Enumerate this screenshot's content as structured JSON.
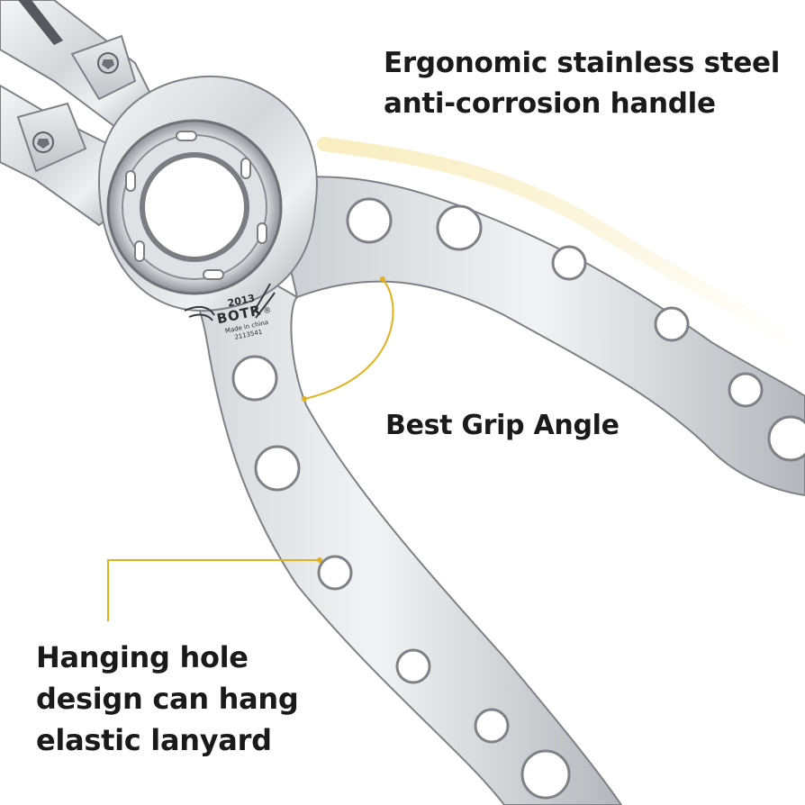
{
  "callouts": {
    "handle": {
      "line1": "Ergonomic stainless steel",
      "line2": "anti-corrosion handle"
    },
    "grip": {
      "line1": "Best Grip Angle"
    },
    "hanging": {
      "line1": "Hanging hole",
      "line2": "design can hang",
      "line3": "elastic lanyard"
    }
  },
  "engraving": {
    "year": "2013",
    "brand": "BOTR",
    "registered": "®",
    "origin": "Made in china",
    "code": "2113541"
  },
  "colors": {
    "background": "#ffffff",
    "text": "#1a1a1a",
    "accent_gold": "#e3b11c",
    "steel_light": "#e8eaec",
    "steel_mid": "#b9bcc0",
    "steel_dark": "#6e7277"
  }
}
